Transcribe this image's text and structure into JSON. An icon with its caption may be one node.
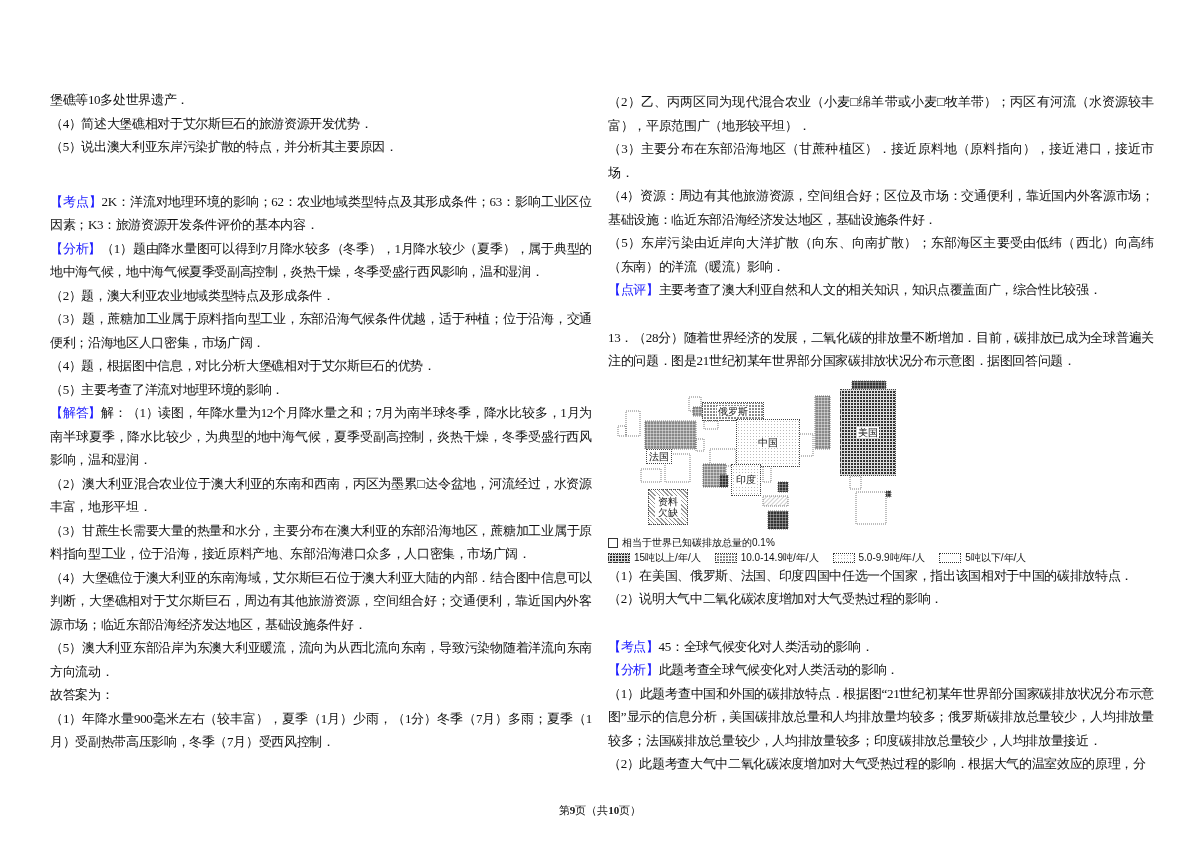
{
  "diagram": {
    "nodes": [
      {
        "text": [
          "俄罗斯"
        ]
      },
      {
        "text": [
          "美国"
        ]
      },
      {
        "text": [
          "中国"
        ]
      },
      {
        "text": [
          "法国"
        ]
      },
      {
        "text": [
          "印度"
        ]
      },
      {
        "text": [
          "资料欠缺"
        ]
      }
    ],
    "labels": [
      "堡礁等10多处世界遗产．",
      "（4）简述大堡礁相对于艾尔斯巨石的旅游资源开发优势．",
      "（5）说出澳大利亚东岸污染扩散的特点，并分析其主要原因．",
      "【考点】",
      "2K：洋流对地理环境的影响；62：农业地域类型特点及其形成条件；63：影响工业区位因素；K3：旅游资源开发条件评价的基本内容．",
      "【分析】",
      "（1）题由降水量图可以得到7月降水较多（冬季），1月降水较少（夏季），属于典型的地中海气候，地中海气候夏季受副高控制，炎热干燥，冬季受盛行西风影响，温和湿润．",
      "（2）题，澳大利亚农业地域类型特点及形成条件．",
      "（3）题，蔗糖加工业属于原料指向型工业，东部沿海气候条件优越，适于种植；位于沿海，交通便利；沿海地区人口密集，市场广阔．",
      "（4）题，根据图中信息，对比分析大堡礁相对于艾尔斯巨石的优势．",
      "（5）主要考查了洋流对地理环境的影响．",
      "【解答】",
      "解：（1）读图，年降水量为12个月降水量之和；7月为南半球冬季，降水比较多，1月为南半球夏季，降水比较少，为典型的地中海气候，夏季受副高控制，炎热干燥，冬季受盛行西风影响，温和湿润．",
      "（2）澳大利亚混合农业位于澳大利亚的东南和西南，丙区为墨累□达令盆地，河流经过，水资源丰富，地形平坦．",
      "（3）甘蔗生长需要大量的热量和水分，主要分布在澳大利亚的东部沿海地区，蔗糖加工业属于原料指向型工业，位于沿海，接近原料产地、东部沿海港口众多，人口密集，市场广阔．",
      "（4）大堡礁位于澳大利亚的东南海域，艾尔斯巨石位于澳大利亚大陆的内部．结合图中信息可以判断，大堡礁相对于艾尔斯巨石，周边有其他旅游资源，空间组合好；交通便利，靠近国内外客源市场；临近东部沿海经济发达地区，基础设施条件好．",
      "（5）澳大利亚东部沿岸为东澳大利亚暖流，流向为从西北流向东南，导致污染物随着洋流向东南方向流动．",
      "故答案为：",
      "（1）年降水量900毫米左右（较丰富），夏季（1月）少雨，（1分）冬季（7月）多雨；夏季（1月）受副热带高压影响，冬季（7月）受西风控制．",
      "（2）乙、丙两区同为现代混合农业（小麦□绵羊带或小麦□牧羊带）；丙区有河流（水资源较丰富），平原范围广（地形较平坦）．",
      "（3）主要分布在东部沿海地区（甘蔗种植区）．接近原料地（原料指向），接近港口，接近市场．",
      "（4）资源：周边有其他旅游资源，空间组合好；区位及市场：交通便利，靠近国内外客源市场；基础设施：临近东部沿海经济发达地区，基础设施条件好．",
      "（5）东岸污染由近岸向大洋扩散（向东、向南扩散）；东部海区主要受由低纬（西北）向高纬（东南）的洋流（暖流）影响．",
      "【点评】",
      "主要考查了澳大利亚自然和人文的相关知识，知识点覆盖面广，综合性比较强．",
      "13．（28分）随着世界经济的发展，二氧化碳的排放量不断增加．目前，碳排放已成为全球普遍关注的问题．图是21世纪初某年世界部分国家碳排放状况分布示意图．据图回答问题．",
      "（1）在美国、俄罗斯、法国、印度四国中任选一个国家，指出该国相对于中国的碳排放特点．",
      "（2）说明大气中二氧化碳浓度增加对大气受热过程的影响．",
      "【考点】",
      "45：全球气候变化对人类活动的影响．",
      "【分析】",
      "此题考查全球气候变化对人类活动的影响．",
      "（1）此题考查中国和外国的碳排放特点．根据图“21世纪初某年世界部分国家碳排放状况分布示意图”显示的信息分析，美国碳排放总量和人均排放量均较多；俄罗斯碳排放总量较少，人均排放量较多；法国碳排放总量较少，人均排放量较多；印度碳排放总量较少，人均排放量接近．",
      "（2）此题考查大气中二氧化碳浓度增加对大气受热过程的影响．根据大气的温室效应的原理，分",
      "第**9**页（共**10**页）"
    ],
    "legend": [
      {
        "text": "相当于世界已知碳排放总量的0.1%"
      },
      {
        "text": "15吨以上/年/人"
      },
      {
        "text": "10.0-14.9吨/年/人"
      },
      {
        "text": "5.0-9.9吨/年/人"
      },
      {
        "text": "5吨以下/年/人"
      }
    ]
  }
}
